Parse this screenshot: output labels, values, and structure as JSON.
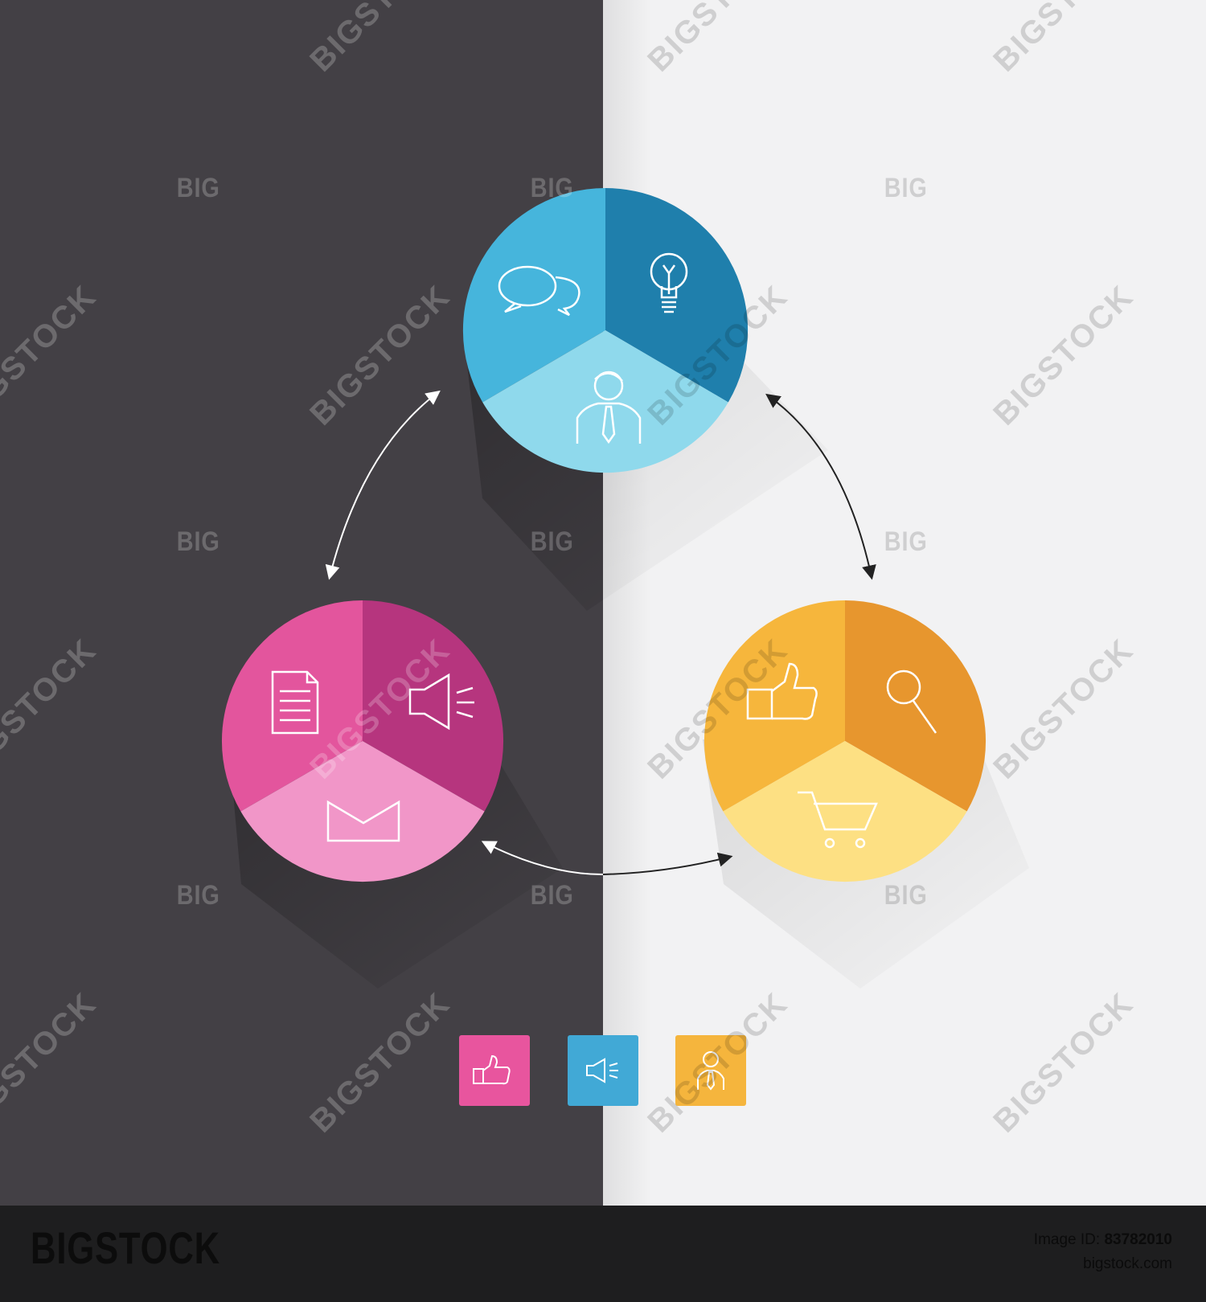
{
  "colors": {
    "left_panel": "#434045",
    "right_panel": "#f2f2f3",
    "footer": "#1e1e1f",
    "arrow_dark_side": "#ffffff",
    "arrow_light_side": "#222222",
    "blue": [
      "#46b5dc",
      "#1f7fac",
      "#8fd9ec"
    ],
    "pink": [
      "#e3559d",
      "#b6357e",
      "#f196c8"
    ],
    "yellow": [
      "#f6b63c",
      "#e7962e",
      "#fde083"
    ]
  },
  "circles": [
    {
      "id": "blue",
      "icons": [
        "speech-bubbles-icon",
        "lightbulb-icon",
        "businessman-icon"
      ]
    },
    {
      "id": "pink",
      "icons": [
        "document-icon",
        "megaphone-icon",
        "envelope-icon"
      ]
    },
    {
      "id": "yellow",
      "icons": [
        "thumbs-up-icon",
        "magnifier-icon",
        "shopping-cart-icon"
      ]
    }
  ],
  "tiles": [
    {
      "color": "#e8559e",
      "icon": "thumbs-up-icon"
    },
    {
      "color": "#41a9d6",
      "icon": "megaphone-icon"
    },
    {
      "color": "#f5b53d",
      "icon": "businessman-icon"
    }
  ],
  "watermark": {
    "big": "BIG",
    "stock": "BIGSTOCK"
  },
  "footer": {
    "brand": "BIGSTOCK",
    "image_id_label": "Image ID:",
    "image_id": "83782010",
    "site": "bigstock.com"
  }
}
